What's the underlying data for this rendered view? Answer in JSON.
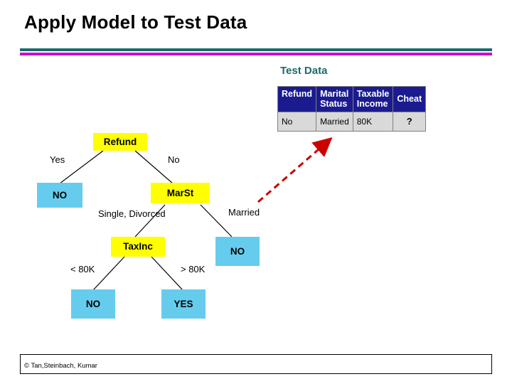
{
  "slide": {
    "title": "Apply Model to Test Data",
    "test_data_label": "Test Data",
    "footer": "© Tan,Steinbach, Kumar",
    "colors": {
      "rule_teal": "#1b6b6b",
      "rule_magenta": "#cc00cc",
      "node_yellow": "#ffff00",
      "node_blue": "#66ccee",
      "table_header": "#1b1b8f",
      "table_cell": "#d9d9d9",
      "arrow_red": "#cc0000"
    }
  },
  "table": {
    "headers": [
      "Refund",
      "Marital Status",
      "Taxable Income",
      "Cheat"
    ],
    "header_lines": [
      [
        "Refund"
      ],
      [
        "Marital",
        "Status"
      ],
      [
        "Taxable",
        "Income"
      ],
      [
        "Cheat"
      ]
    ],
    "rows": [
      [
        "No",
        "Married",
        "80K",
        "?"
      ]
    ]
  },
  "tree": {
    "nodes": [
      {
        "id": "refund",
        "label": "Refund",
        "type": "yellow"
      },
      {
        "id": "no1",
        "label": "NO",
        "type": "blue"
      },
      {
        "id": "marst",
        "label": "MarSt",
        "type": "yellow"
      },
      {
        "id": "no2",
        "label": "NO",
        "type": "blue"
      },
      {
        "id": "taxinc",
        "label": "TaxInc",
        "type": "yellow"
      },
      {
        "id": "no3",
        "label": "NO",
        "type": "blue"
      },
      {
        "id": "yes1",
        "label": "YES",
        "type": "blue"
      }
    ],
    "edge_labels": [
      {
        "id": "yes-branch",
        "label": "Yes"
      },
      {
        "id": "no-branch",
        "label": "No"
      },
      {
        "id": "single-divorced-branch",
        "label": "Single, Divorced"
      },
      {
        "id": "married-branch",
        "label": "Married"
      },
      {
        "id": "lt80k-branch",
        "label": "< 80K"
      },
      {
        "id": "gt80k-branch",
        "label": "> 80K"
      }
    ]
  }
}
